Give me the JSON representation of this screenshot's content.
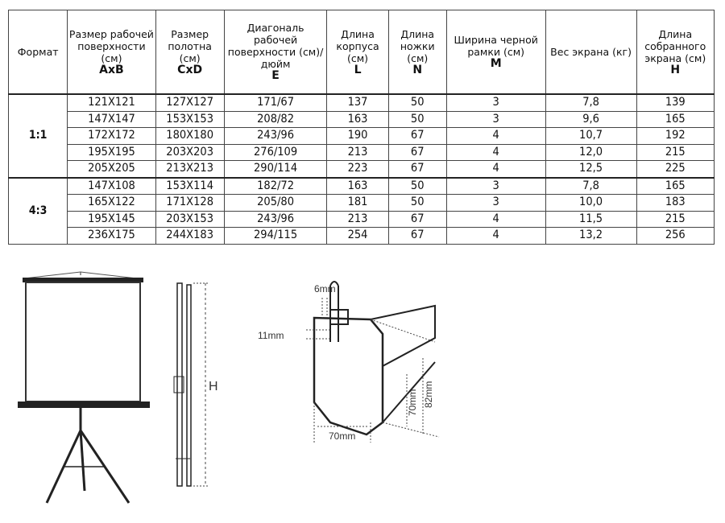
{
  "table": {
    "headers": [
      {
        "text": "Формат",
        "code": ""
      },
      {
        "text": "Размер рабочей поверхности (см)",
        "code": "AxB"
      },
      {
        "text": "Размер полотна (см)",
        "code": "CxD"
      },
      {
        "text": "Диагональ рабочей поверхности (см)/дюйм",
        "code": "E"
      },
      {
        "text": "Длина корпуса (см)",
        "code": "L"
      },
      {
        "text": "Длина ножки (см)",
        "code": "N"
      },
      {
        "text": "Ширина черной рамки (см)",
        "code": "M"
      },
      {
        "text": "Вес экрана (кг)",
        "code": ""
      },
      {
        "text": "Длина собранного экрана (см)",
        "code": "H"
      }
    ],
    "groups": [
      {
        "format": "1:1",
        "rows": [
          [
            "121X121",
            "127X127",
            "171/67",
            "137",
            "50",
            "3",
            "7,8",
            "139"
          ],
          [
            "147X147",
            "153X153",
            "208/82",
            "163",
            "50",
            "3",
            "9,6",
            "165"
          ],
          [
            "172X172",
            "180X180",
            "243/96",
            "190",
            "67",
            "4",
            "10,7",
            "192"
          ],
          [
            "195X195",
            "203X203",
            "276/109",
            "213",
            "67",
            "4",
            "12,0",
            "215"
          ],
          [
            "205X205",
            "213X213",
            "290/114",
            "223",
            "67",
            "4",
            "12,5",
            "225"
          ]
        ]
      },
      {
        "format": "4:3",
        "rows": [
          [
            "147X108",
            "153X114",
            "182/72",
            "163",
            "50",
            "3",
            "7,8",
            "165"
          ],
          [
            "165X122",
            "171X128",
            "205/80",
            "181",
            "50",
            "3",
            "10,0",
            "183"
          ],
          [
            "195X145",
            "203X153",
            "243/96",
            "213",
            "67",
            "4",
            "11,5",
            "215"
          ],
          [
            "236X175",
            "244X183",
            "294/115",
            "254",
            "67",
            "4",
            "13,2",
            "256"
          ]
        ]
      }
    ]
  },
  "diagrams": {
    "side_label": "H",
    "dim_6": "6mm",
    "dim_11": "11mm",
    "dim_70h": "70mm",
    "dim_70v": "70mm",
    "dim_82": "82mm"
  }
}
